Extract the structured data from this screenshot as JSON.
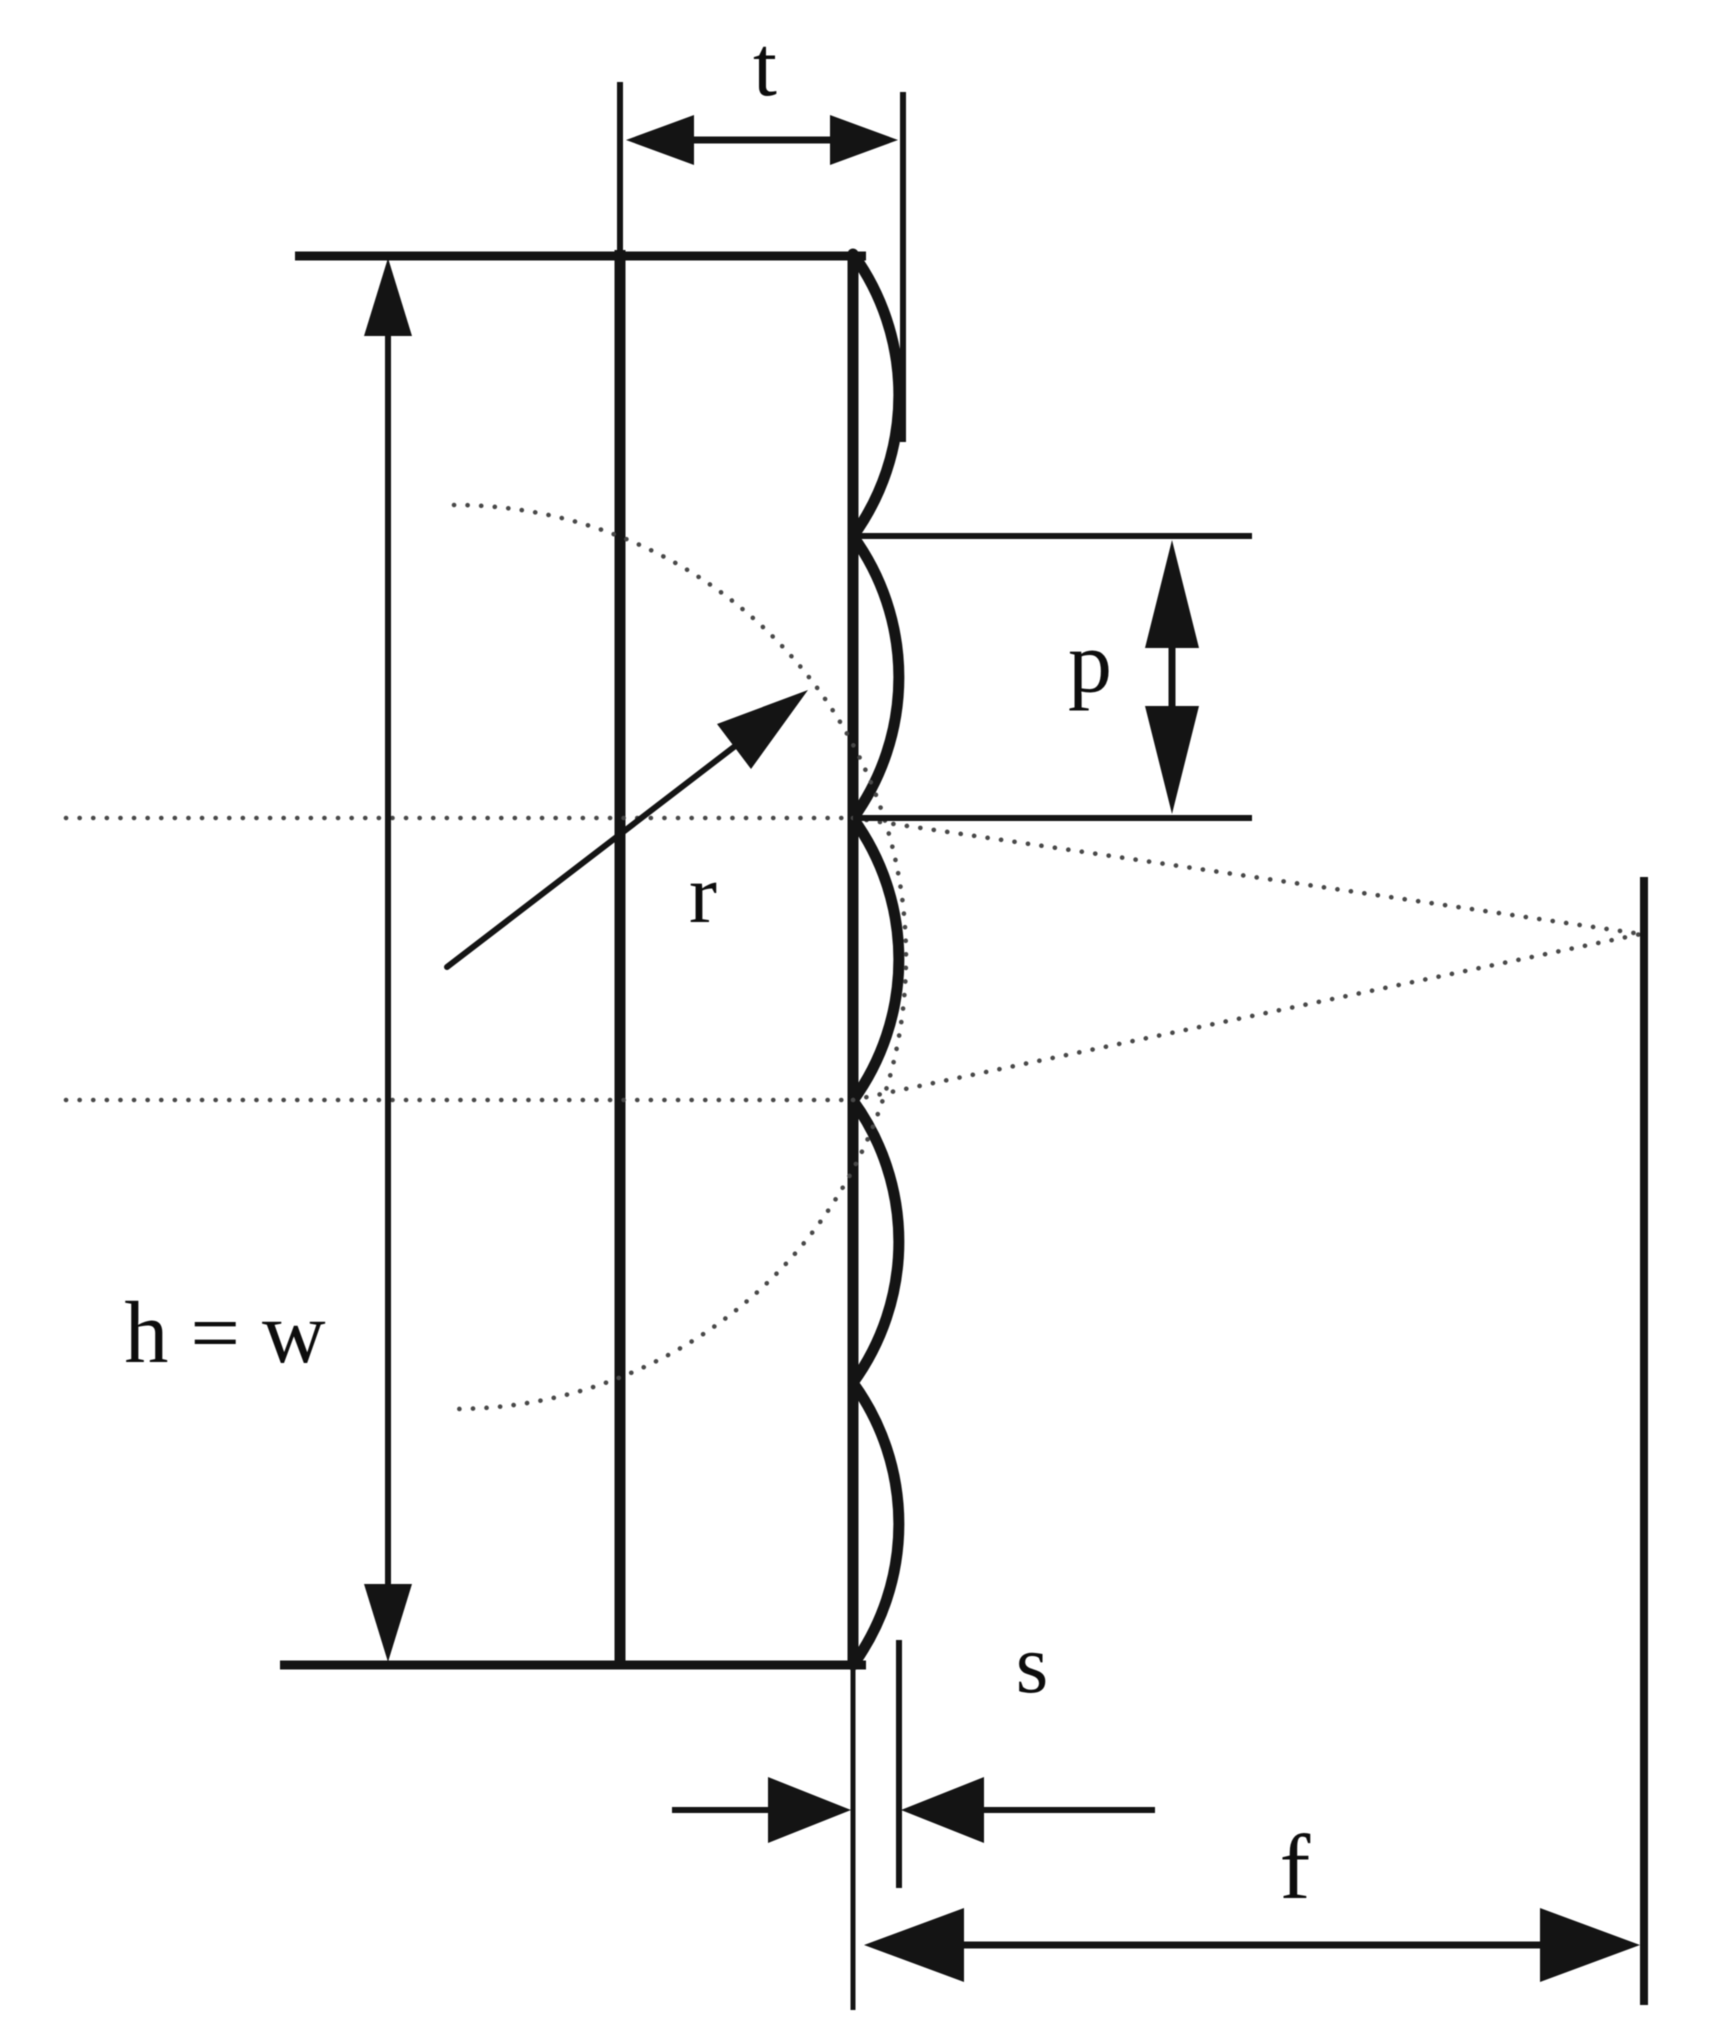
{
  "figure": {
    "name": "microlens-array-dimension-diagram",
    "background_color": "#ffffff",
    "ink_color": "#171717",
    "ray_color": "#4a4a4a",
    "lenslet_count": 5,
    "labels": {
      "thickness": "t",
      "pitch": "p",
      "radius_of_curvature": "r",
      "height_equals_width": "h = w",
      "vertex_offset": "s",
      "focal_length": "f"
    }
  }
}
